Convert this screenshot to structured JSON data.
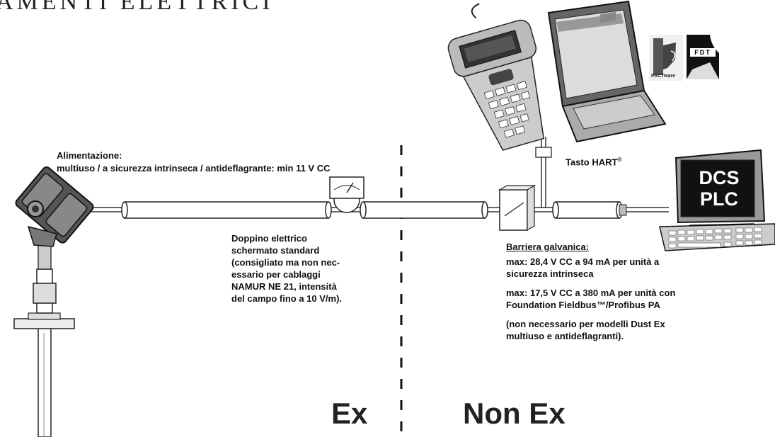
{
  "header": {
    "title": "AMENTI ELETTRICI"
  },
  "power": {
    "title": "Alimentazione:",
    "text": "multiuso / a sicurezza intrinseca / antideflagrante: min 11 V CC"
  },
  "cable": {
    "lines": [
      "Doppino elettrico",
      "schermato standard",
      "(consigliato ma non nec-",
      "essario per cablaggi",
      "NAMUR NE 21, intensità",
      "del campo fino a 10 V/m)."
    ]
  },
  "hart": {
    "label": "Tasto HART",
    "mark": "®"
  },
  "barrier": {
    "title": "Barriera galvanica:",
    "p1": [
      "max: 28,4  V CC a 94 mA per unità a",
      "sicurezza intrinseca"
    ],
    "p2": [
      "max: 17,5 V CC a 380 mA per unità con",
      "Foundation Fieldbus™/Profibus PA"
    ],
    "p3": [
      "(non necessario per modelli Dust Ex",
      "multiuso e antideflagranti)."
    ]
  },
  "zones": {
    "ex": "Ex",
    "non_ex": "Non Ex"
  },
  "monitor": {
    "line1": "DCS",
    "line2": "PLC"
  },
  "logos": {
    "pactware": "PACTware",
    "fdt": "FDT"
  }
}
